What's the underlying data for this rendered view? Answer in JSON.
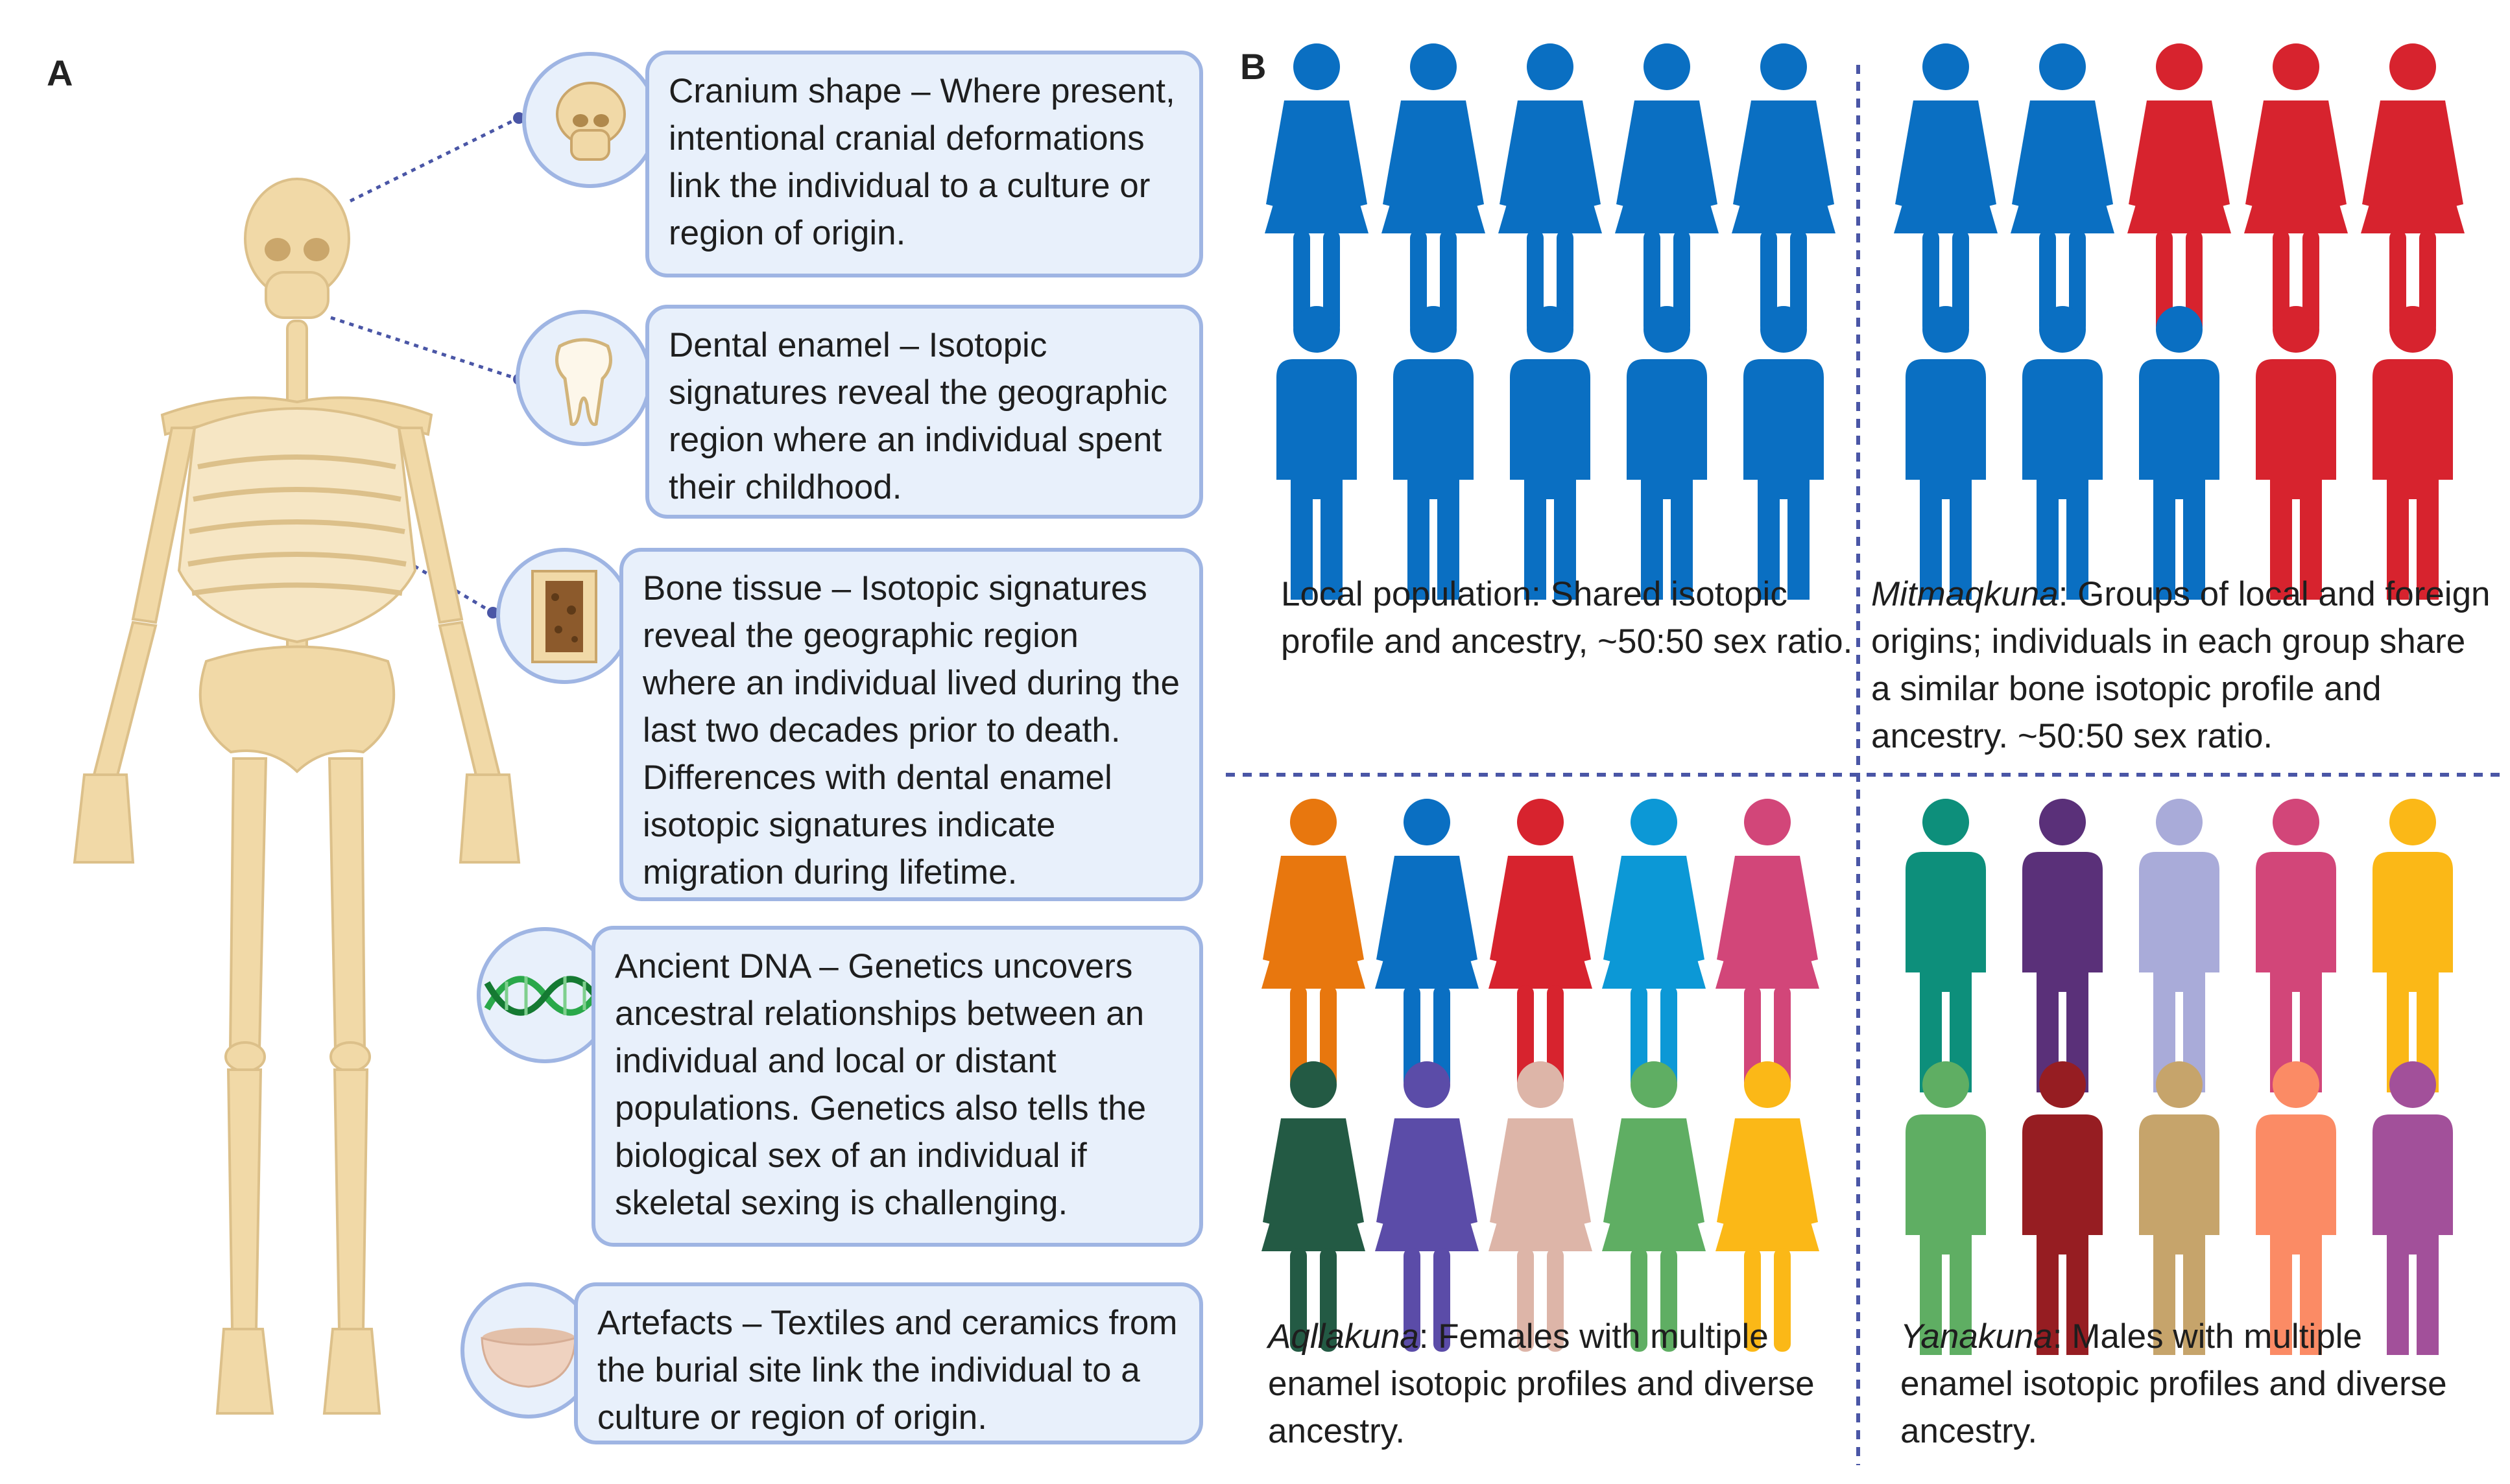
{
  "panel_a_label": "A",
  "panel_b_label": "B",
  "boxes": [
    {
      "icon": "skull-icon",
      "text": "Cranium shape – Where present, intentional cranial deformations link the individual to a culture or region of origin."
    },
    {
      "icon": "tooth-icon",
      "text": "Dental enamel – Isotopic signatures reveal the geographic region where an individual spent their childhood."
    },
    {
      "icon": "bone-tissue-icon",
      "text": "Bone tissue – Isotopic signatures reveal the geographic region where an individual lived during the last two decades prior to death. Differences with dental enamel isotopic signatures indicate migration during lifetime."
    },
    {
      "icon": "dna-icon",
      "text": "Ancient DNA – Genetics uncovers ancestral relationships between an individual and local or distant populations. Genetics also tells the biological sex of an individual if skeletal sexing is challenging."
    },
    {
      "icon": "bowl-icon",
      "text": "Artefacts – Textiles and ceramics from the burial site link the individual to a culture or region of origin."
    }
  ],
  "groups": {
    "local": {
      "caption_name": "",
      "caption_text": "Local population: Shared isotopic profile and ancestry, ~50:50 sex ratio.",
      "row1": [
        {
          "sex": "female",
          "color": "#0a6fc2"
        },
        {
          "sex": "female",
          "color": "#0a6fc2"
        },
        {
          "sex": "female",
          "color": "#0a6fc2"
        },
        {
          "sex": "female",
          "color": "#0a6fc2"
        },
        {
          "sex": "female",
          "color": "#0a6fc2"
        }
      ],
      "row2": [
        {
          "sex": "male",
          "color": "#0a6fc2"
        },
        {
          "sex": "male",
          "color": "#0a6fc2"
        },
        {
          "sex": "male",
          "color": "#0a6fc2"
        },
        {
          "sex": "male",
          "color": "#0a6fc2"
        },
        {
          "sex": "male",
          "color": "#0a6fc2"
        }
      ]
    },
    "mitmaqkuna": {
      "caption_name": "Mitmaqkuna",
      "caption_text": ": Groups of local and foreign origins; individuals in each group share a similar bone isotopic profile and ancestry. ~50:50 sex ratio.",
      "row1": [
        {
          "sex": "female",
          "color": "#0a6fc2"
        },
        {
          "sex": "female",
          "color": "#0a6fc2"
        },
        {
          "sex": "female",
          "color": "#d7232e"
        },
        {
          "sex": "female",
          "color": "#d7232e"
        },
        {
          "sex": "female",
          "color": "#d7232e"
        }
      ],
      "row2": [
        {
          "sex": "male",
          "color": "#0a6fc2"
        },
        {
          "sex": "male",
          "color": "#0a6fc2"
        },
        {
          "sex": "male",
          "color": "#0a6fc2"
        },
        {
          "sex": "male",
          "color": "#d7232e"
        },
        {
          "sex": "male",
          "color": "#d7232e"
        }
      ]
    },
    "aqllakuna": {
      "caption_name": "Aqllakuna",
      "caption_text": ": Females with multiple enamel isotopic profiles and diverse ancestry.",
      "row1": [
        {
          "sex": "female",
          "color": "#e8770e"
        },
        {
          "sex": "female",
          "color": "#0a6fc2"
        },
        {
          "sex": "female",
          "color": "#d7232e"
        },
        {
          "sex": "female",
          "color": "#0c98d6"
        },
        {
          "sex": "female",
          "color": "#d24679"
        }
      ],
      "row2": [
        {
          "sex": "female",
          "color": "#235a44"
        },
        {
          "sex": "female",
          "color": "#5b4ca8"
        },
        {
          "sex": "female",
          "color": "#ddb5a8"
        },
        {
          "sex": "female",
          "color": "#5fae63"
        },
        {
          "sex": "female",
          "color": "#fbb817"
        }
      ]
    },
    "yanakuna": {
      "caption_name": "Yanakuna",
      "caption_text": ": Males with multiple enamel isotopic profiles and diverse ancestry.",
      "row1": [
        {
          "sex": "male",
          "color": "#0d8f7b"
        },
        {
          "sex": "male",
          "color": "#5a3079"
        },
        {
          "sex": "male",
          "color": "#a9abd9"
        },
        {
          "sex": "male",
          "color": "#d24679"
        },
        {
          "sex": "male",
          "color": "#fbb817"
        }
      ],
      "row2": [
        {
          "sex": "male",
          "color": "#5fae63"
        },
        {
          "sex": "male",
          "color": "#961d22"
        },
        {
          "sex": "male",
          "color": "#c6a46b"
        },
        {
          "sex": "male",
          "color": "#fb8b65"
        },
        {
          "sex": "male",
          "color": "#a2509a"
        }
      ]
    }
  },
  "colors": {
    "box_fill": "#e8f0fb",
    "box_border": "#9fb5e3",
    "divider": "#4a56a6",
    "bone": "#f1d9a7",
    "bone_shadow": "#dcc08a"
  }
}
